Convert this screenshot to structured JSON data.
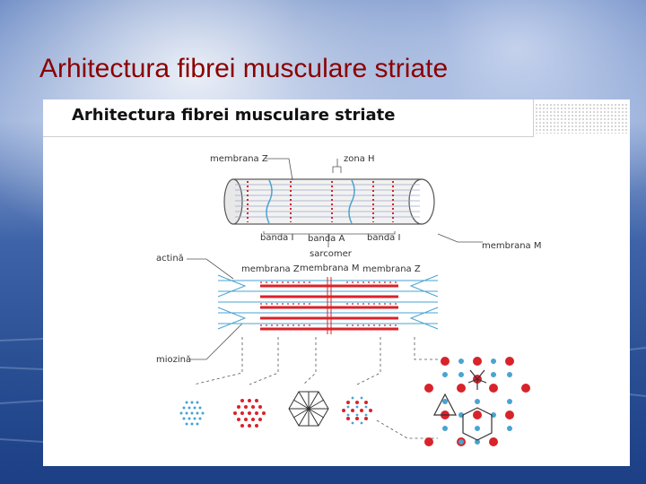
{
  "slide": {
    "title": "Arhitectura fibrei musculare striate"
  },
  "figure": {
    "header_title": "Arhitectura fibrei musculare striate",
    "labels": {
      "membrana_z_top": "membrana Z",
      "zona_h": "zona H",
      "banda_i_left": "banda I",
      "banda_a": "banda A",
      "banda_i_right": "banda I",
      "sarcomer": "sarcomer",
      "membrana_m_right": "membrana M",
      "actina": "actină",
      "membrana_z_left": "membrana Z",
      "membrana_m_center": "membrana M",
      "membrana_z_right": "membrana Z",
      "miozina": "miozină"
    },
    "colors": {
      "actin": "#4aa3d0",
      "myosin": "#d8232a",
      "outline": "#555555"
    }
  }
}
